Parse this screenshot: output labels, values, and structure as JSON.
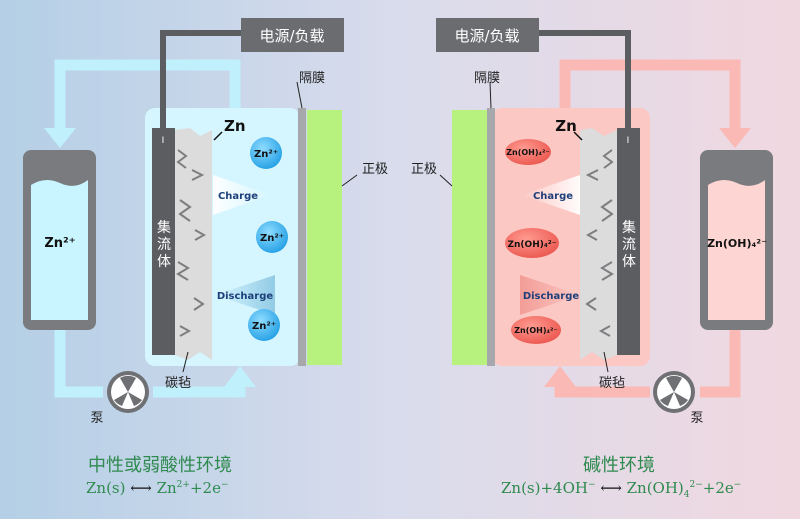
{
  "neutral": {
    "power_label": "电源/负载",
    "separator_label": "隔膜",
    "positive_label": "正极",
    "collector_label": "集流体",
    "collector_mark": "I",
    "carbon_felt_label": "碳毡",
    "pump_label": "泵",
    "tank_label": "Zn²⁺",
    "electrode_label": "Zn",
    "ion_labels": [
      "Zn²⁺",
      "Zn²⁺",
      "Zn²⁺"
    ],
    "charge_label": "Charge",
    "discharge_label": "Discharge",
    "environment_label": "中性或弱酸性环境",
    "equation": {
      "left": "Zn(s)",
      "right_base": "Zn",
      "right_sup": "2+",
      "right_tail": "+2e",
      "electron_sup": "−"
    }
  },
  "alkaline": {
    "power_label": "电源/负载",
    "separator_label": "隔膜",
    "positive_label": "正极",
    "collector_label": "集流体",
    "collector_mark": "I",
    "carbon_felt_label": "碳毡",
    "pump_label": "泵",
    "tank_label": "Zn(OH)₄²⁻",
    "electrode_label": "Zn",
    "ion_labels": [
      "Zn(OH)₄²⁻",
      "Zn(OH)₄²⁻",
      "Zn(OH)₄²⁻"
    ],
    "charge_label": "Charge",
    "discharge_label": "Discharge",
    "environment_label": "碱性环境",
    "equation": {
      "left_a": "Zn(s)+4OH",
      "left_sup": "−",
      "right_base": "Zn(OH)",
      "right_sub": "4",
      "right_sup": "2−",
      "right_tail": "+2e",
      "electron_sup": "−"
    }
  },
  "colors": {
    "neutral_flow": "#bff0fb",
    "alkaline_flow": "#fbb9b5",
    "collector": "#5c5d61",
    "electrode_green": "#b7f17e",
    "label_green": "#2f8a4f"
  }
}
